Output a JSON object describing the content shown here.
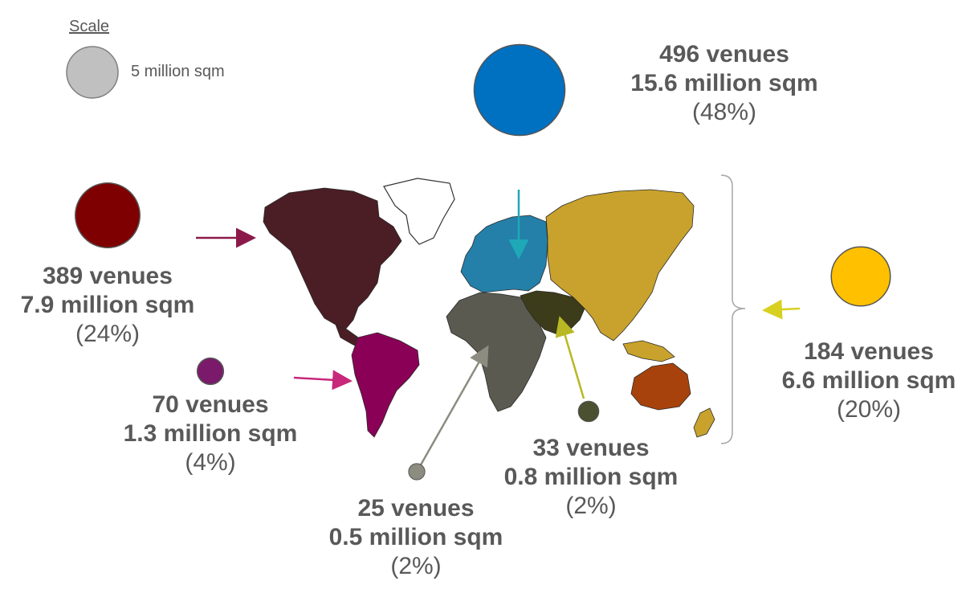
{
  "scale": {
    "title": "Scale",
    "text": "5 million sqm",
    "value_million_sqm": 5,
    "color": "#c0c0c0"
  },
  "regions": [
    {
      "id": "europe",
      "venues": "496 venues",
      "area": "15.6 million sqm",
      "share": "(48%)",
      "area_million_sqm": 15.6,
      "color": "#0070c0",
      "map_color": "#2480a8"
    },
    {
      "id": "north-america",
      "venues": "389 venues",
      "area": "7.9 million sqm",
      "share": "(24%)",
      "area_million_sqm": 7.9,
      "color": "#7f0000",
      "map_color": "#4a1e24"
    },
    {
      "id": "asia-pacific",
      "venues": "184 venues",
      "area": "6.6 million sqm",
      "share": "(20%)",
      "area_million_sqm": 6.6,
      "color": "#ffc000",
      "map_color": "#c8a22c",
      "oceania_color": "#a8420c"
    },
    {
      "id": "latin-america",
      "venues": "70 venues",
      "area": "1.3 million sqm",
      "share": "(4%)",
      "area_million_sqm": 1.3,
      "color": "#7b1a6b",
      "map_color": "#8b0057"
    },
    {
      "id": "middle-east",
      "venues": "33 venues",
      "area": "0.8 million sqm",
      "share": "(2%)",
      "area_million_sqm": 0.8,
      "color": "#4a5030",
      "map_color": "#3c3c1a"
    },
    {
      "id": "africa",
      "venues": "25 venues",
      "area": "0.5 million sqm",
      "share": "(2%)",
      "area_million_sqm": 0.5,
      "color": "#8c8c80",
      "map_color": "#5a5a50"
    }
  ]
}
